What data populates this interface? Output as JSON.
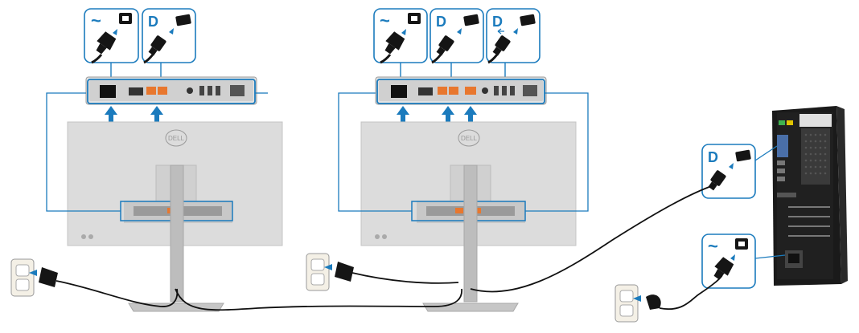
{
  "brand_logo": "DELL",
  "icons": {
    "displayport": "D",
    "ac_power": "~"
  },
  "colors": {
    "callout_border": "#1b7bbd",
    "arrow": "#1b7bbd",
    "port_highlight": "#e8772e",
    "monitor_body": "#dadada",
    "cable": "#111111"
  },
  "monitors": [
    {
      "id": "monitor-1",
      "callout_icons": [
        "ac-power-icon",
        "displayport-in-icon"
      ],
      "highlighted_ports": [
        "power",
        "dp-in"
      ]
    },
    {
      "id": "monitor-2",
      "callout_icons": [
        "ac-power-icon",
        "displayport-in-icon",
        "displayport-out-icon"
      ],
      "highlighted_ports": [
        "power",
        "dp-in",
        "dp-out"
      ]
    }
  ],
  "computer": {
    "callout_icons": [
      "displayport-icon",
      "ac-power-icon"
    ]
  }
}
